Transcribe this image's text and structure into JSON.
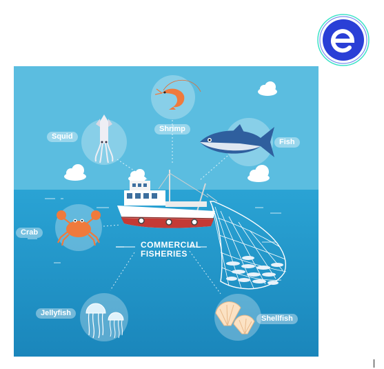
{
  "title": {
    "line1": "COMMERCIAL",
    "line2": "FISHERIES"
  },
  "categories": [
    {
      "key": "shrimp",
      "label": "Shrimp",
      "icon": "shrimp-icon"
    },
    {
      "key": "squid",
      "label": "Squid",
      "icon": "squid-icon"
    },
    {
      "key": "fish",
      "label": "Fish",
      "icon": "fish-icon"
    },
    {
      "key": "crab",
      "label": "Crab",
      "icon": "crab-icon"
    },
    {
      "key": "jellyfish",
      "label": "Jellyfish",
      "icon": "jellyfish-icon"
    },
    {
      "key": "shellfish",
      "label": "Shellfish",
      "icon": "shell-icon"
    }
  ],
  "colors": {
    "sky": "#5bbde0",
    "sea": "#1e93c4",
    "hull": "#c43a35",
    "logo": "#2a3fd6",
    "logo_ring": "#35e0c4"
  }
}
